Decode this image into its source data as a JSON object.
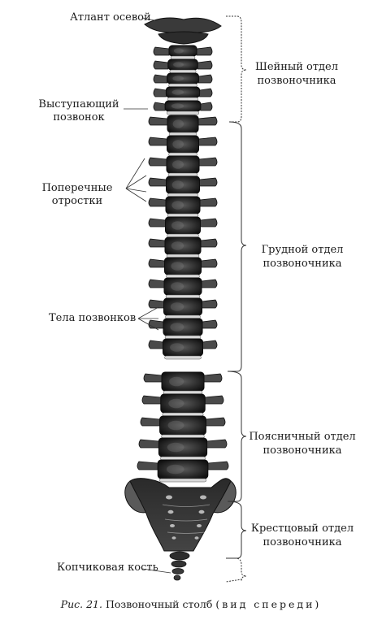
{
  "labels": {
    "atlas": "Атлант осевой",
    "prominent_1": "Выступающий",
    "prominent_2": "позвонок",
    "transverse_1": "Поперечные",
    "transverse_2": "отростки",
    "bodies": "Тела позвонков",
    "coccyx": "Копчиковая кость"
  },
  "regions": {
    "cervical_1": "Шейный отдел",
    "cervical_2": "позвоночника",
    "thoracic_1": "Грудной отдел",
    "thoracic_2": "позвоночника",
    "lumbar_1": "Поясничный отдел",
    "lumbar_2": "позвоночника",
    "sacral_1": "Крестцовый отдел",
    "sacral_2": "позвоночника"
  },
  "caption": {
    "fig": "Рис. 21.",
    "title": "Позвоночный столб",
    "view": "(вид спереди)"
  }
}
